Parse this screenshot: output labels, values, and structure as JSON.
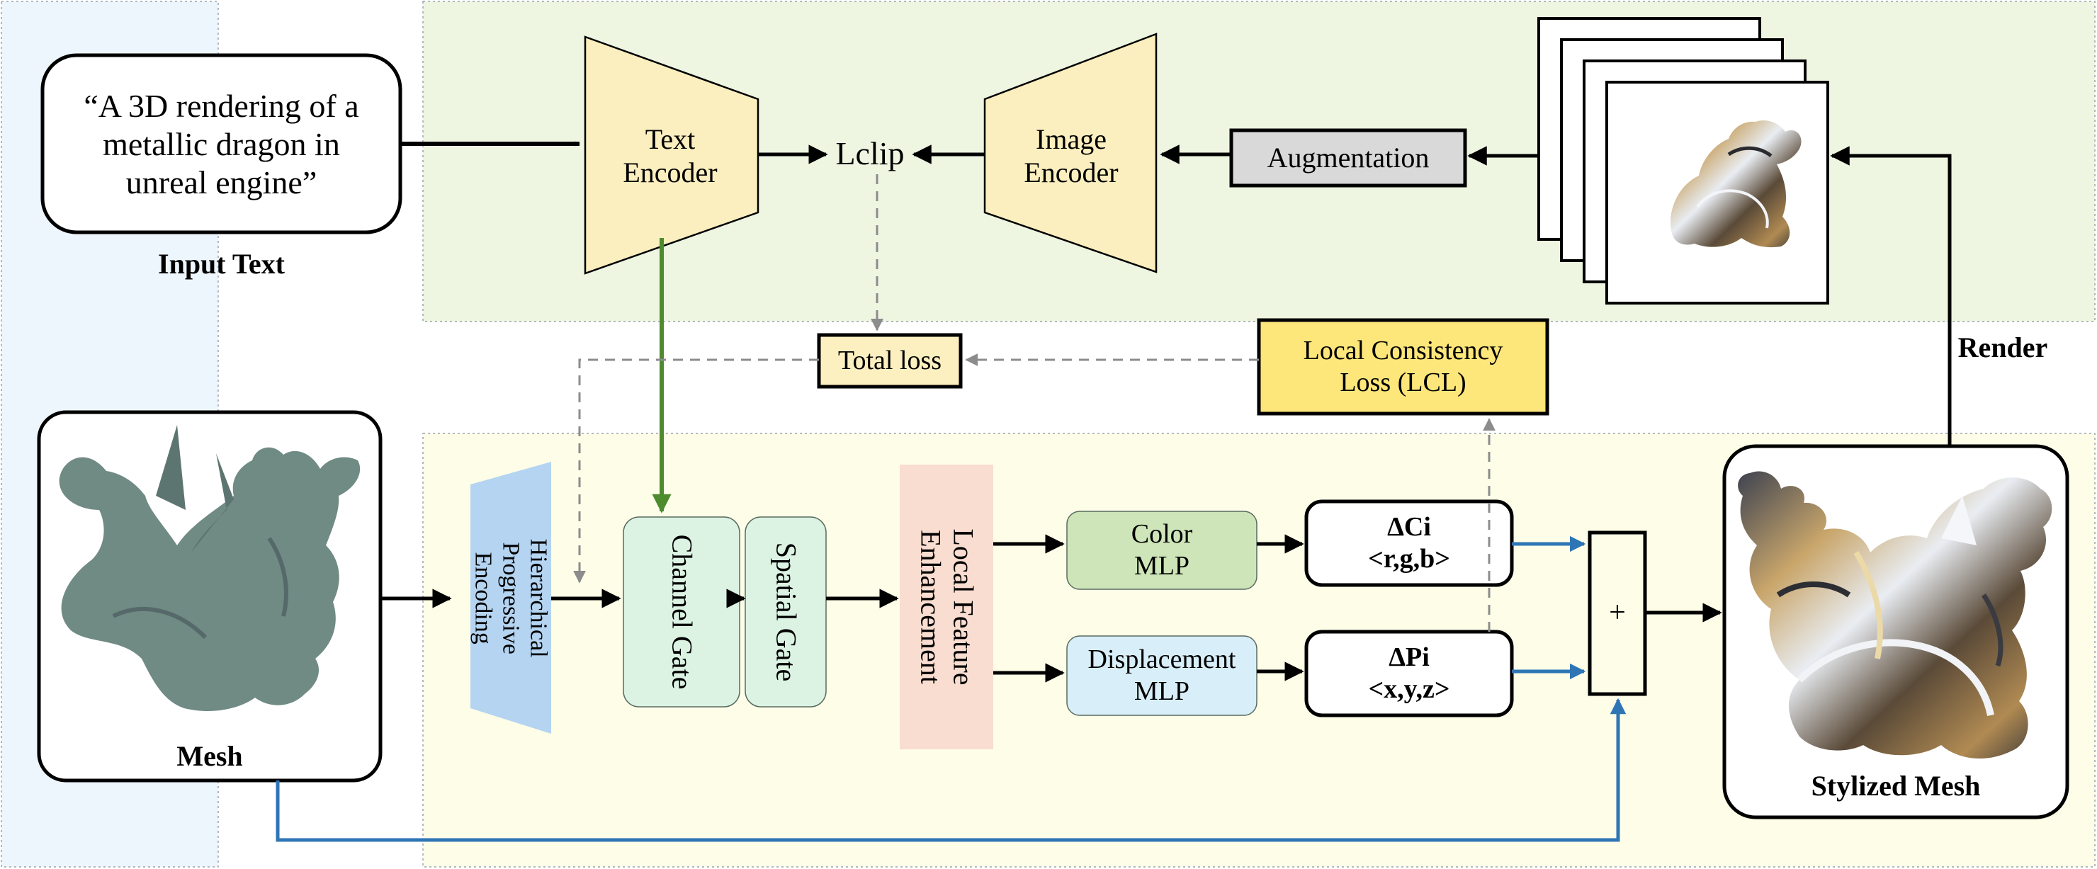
{
  "input_text": {
    "prompt_line1": "“A 3D rendering of a",
    "prompt_line2": "metallic dragon in",
    "prompt_line3": "unreal engine”",
    "caption": "Input Text"
  },
  "encoders": {
    "text_line1": "Text",
    "text_line2": "Encoder",
    "image_line1": "Image",
    "image_line2": "Encoder"
  },
  "losses": {
    "lclip": "Lclip",
    "total": "Total loss",
    "lcl_line1": "Local Consistency",
    "lcl_line2": "Loss (LCL)"
  },
  "augmentation": "Augmentation",
  "render": "Render",
  "mesh_caption": "Mesh",
  "stylized_caption": "Stylized Mesh",
  "hpe": {
    "line1": "Hierarchical",
    "line2": "Progressive",
    "line3": "Encoding"
  },
  "gates": {
    "channel": "Channel Gate",
    "spatial": "Spatial Gate"
  },
  "lfe": {
    "line1": "Local Feature",
    "line2": "Enhancement"
  },
  "mlps": {
    "color_line1": "Color",
    "color_line2": "MLP",
    "disp_line1": "Displacement",
    "disp_line2": "MLP"
  },
  "outputs": {
    "dc_title": "ΔCi",
    "dc_vec": "<r,g,b>",
    "dp_title": "ΔPi",
    "dp_vec": "<x,y,z>"
  },
  "sum_symbol": "+",
  "colors": {
    "left_panel": "#eef6fd",
    "top_panel": "#eef6e2",
    "bottom_panel": "#fdfde8",
    "encoder_fill": "#fcefbf",
    "hpe_fill": "#b4d4f1",
    "gate_fill": "#dcf3e4",
    "lfe_fill": "#f9ddd0",
    "color_mlp_fill": "#cde5b8",
    "disp_mlp_fill": "#d8eef9",
    "lcl_fill": "#fde67a",
    "total_fill": "#fdf0c0",
    "aug_fill": "#d9d9d9",
    "green_arrow": "#4e8a2e",
    "blue_arrow": "#2e75b6",
    "dashed": "#8c8c8c",
    "dragon_grey": "#708a84"
  }
}
